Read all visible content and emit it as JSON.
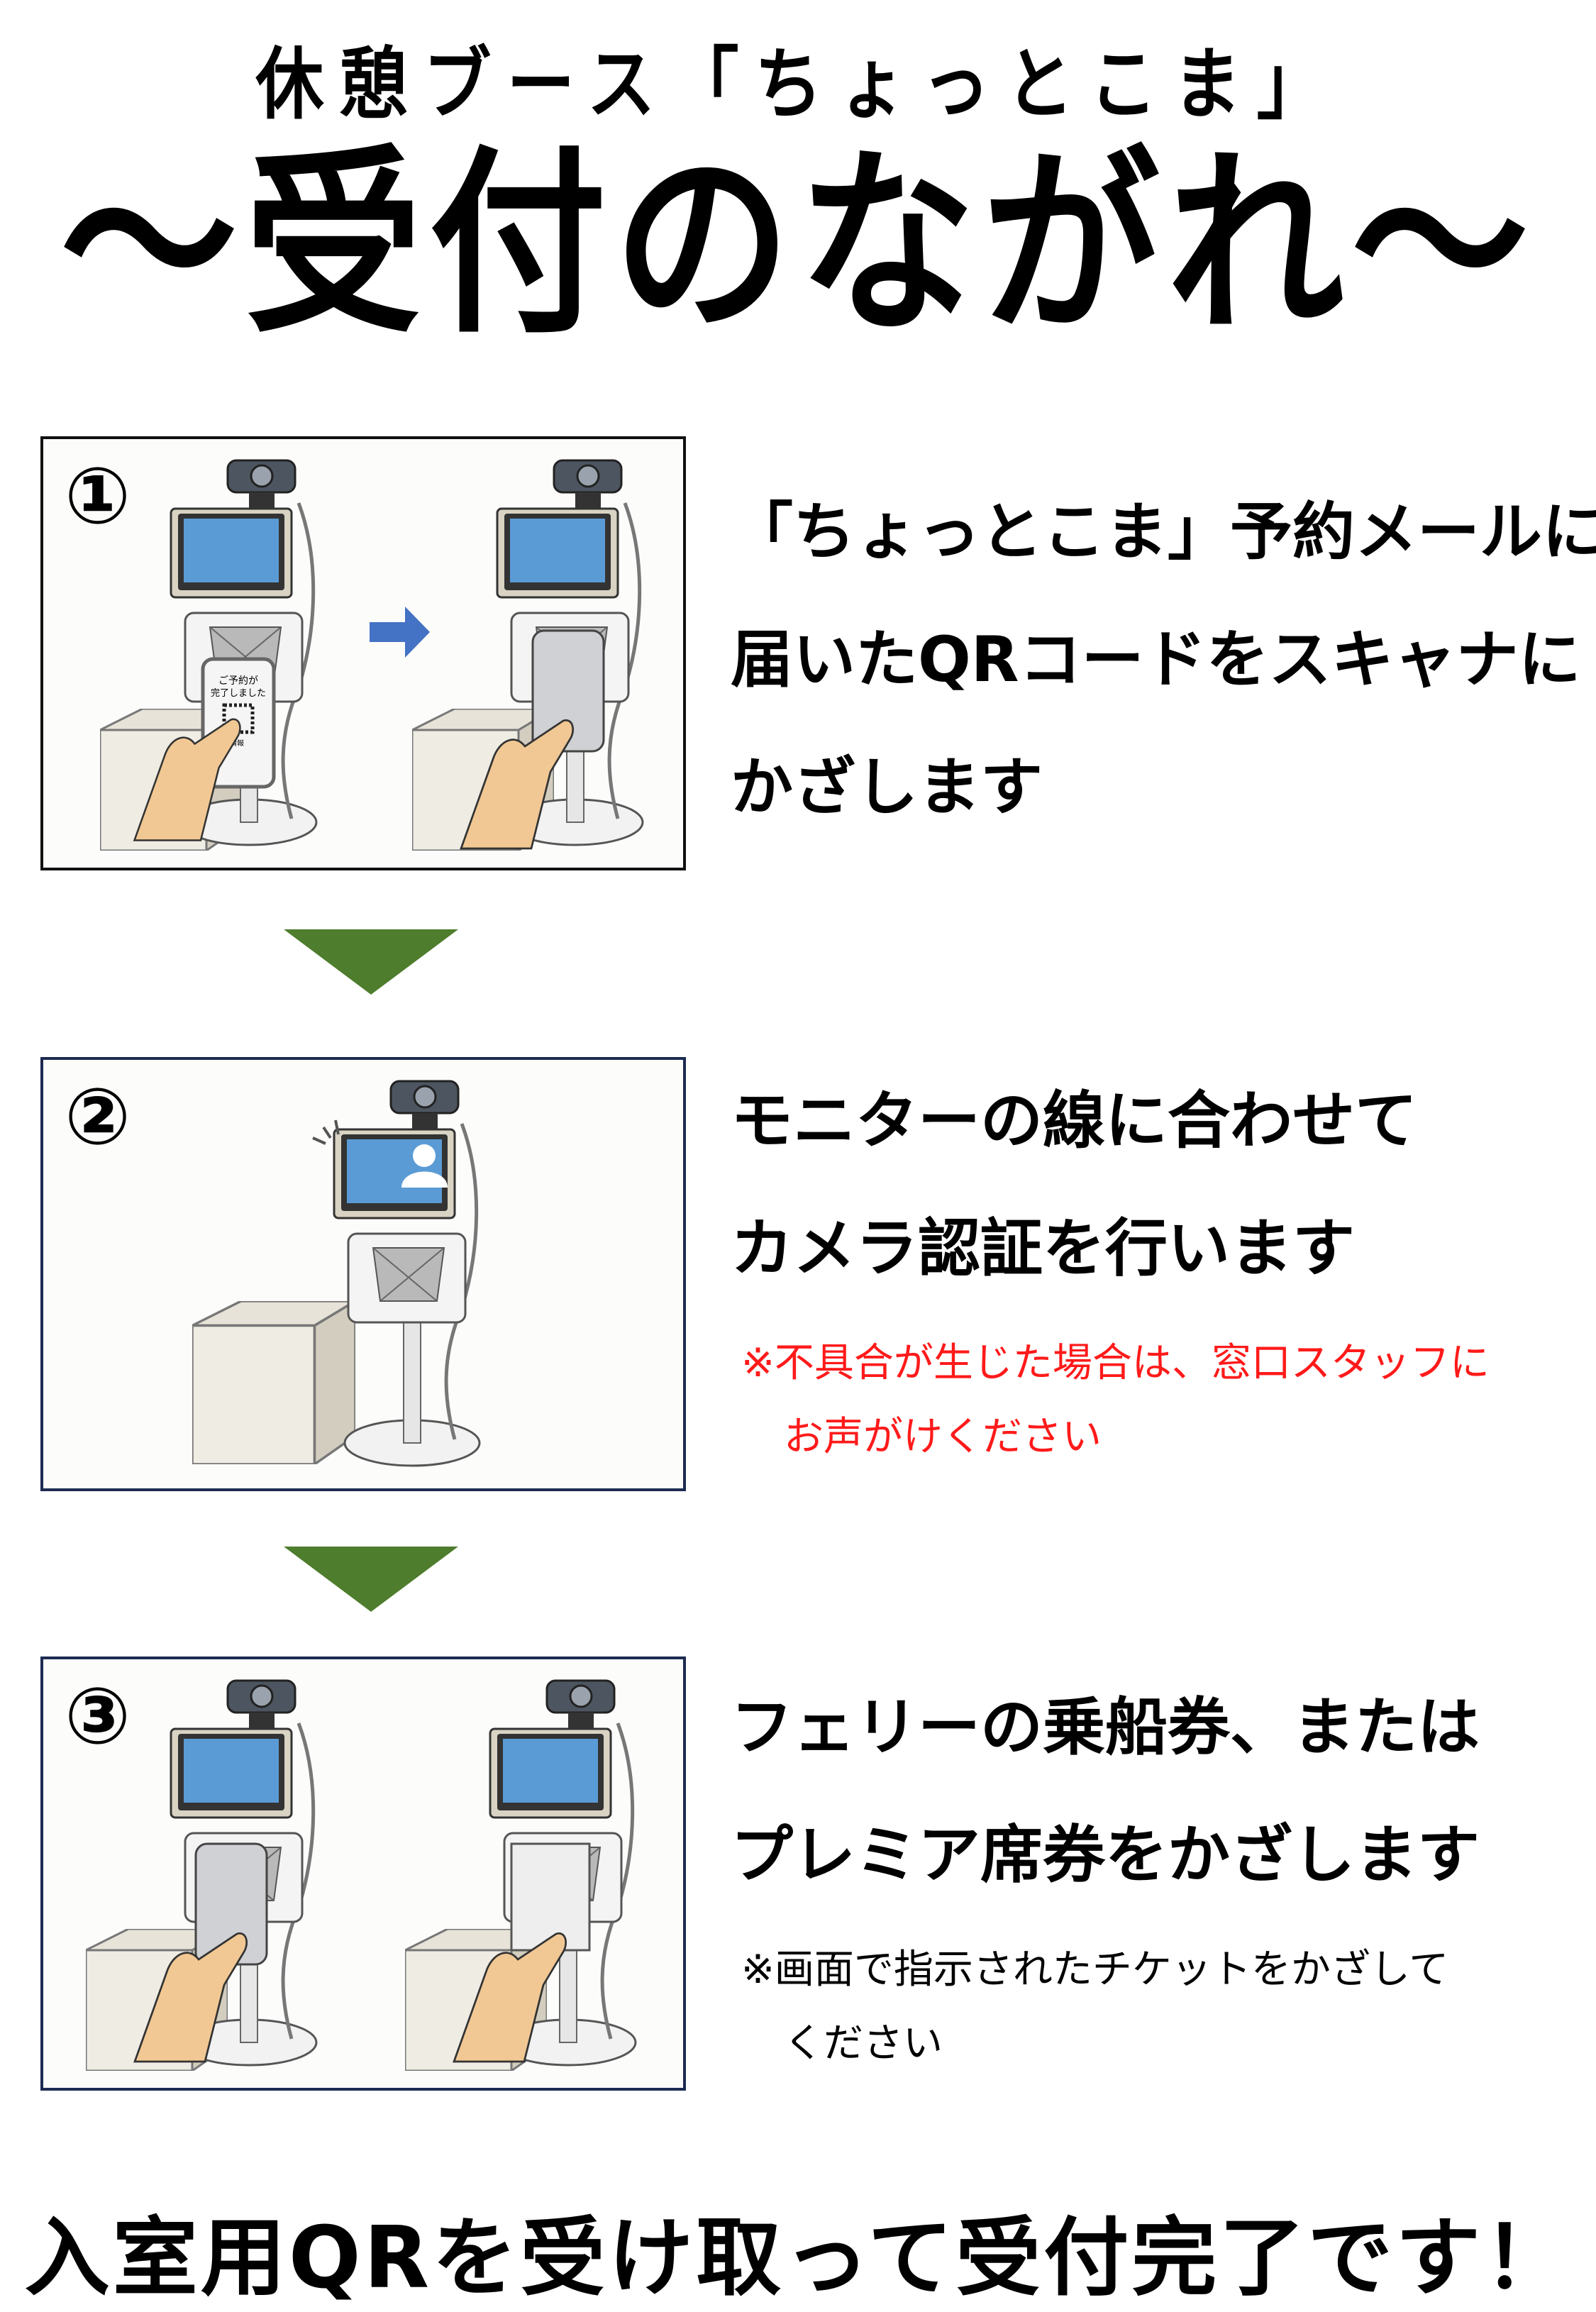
{
  "header": {
    "subtitle": "休憩ブース「ちょっとこま」",
    "title": "～受付のながれ～"
  },
  "steps": [
    {
      "number": "①",
      "lines": [
        "「ちょっとこま」予約メールに",
        "届いたQRコードをスキャナに",
        "かざします"
      ],
      "phone_screen": {
        "line1": "ご予約が",
        "line2": "完了しました",
        "info": "お客様情報"
      }
    },
    {
      "number": "②",
      "lines": [
        "モニターの線に合わせて",
        "カメラ認証を行います"
      ],
      "note": [
        "※不具合が生じた場合は、窓口スタッフに",
        "お声がけください"
      ],
      "note_color": "#ff1a1a"
    },
    {
      "number": "③",
      "lines": [
        "フェリーの乗船券、または",
        "プレミア席券をかざします"
      ],
      "note": [
        "※画面で指示されたチケットをかざして",
        "ください"
      ]
    }
  ],
  "footer": {
    "text": "入室用QRを受け取って受付完了です！"
  },
  "colors": {
    "arrow_down": "#4e7d2d",
    "arrow_right": "#4472c4",
    "screen": "#5b9bd5"
  }
}
